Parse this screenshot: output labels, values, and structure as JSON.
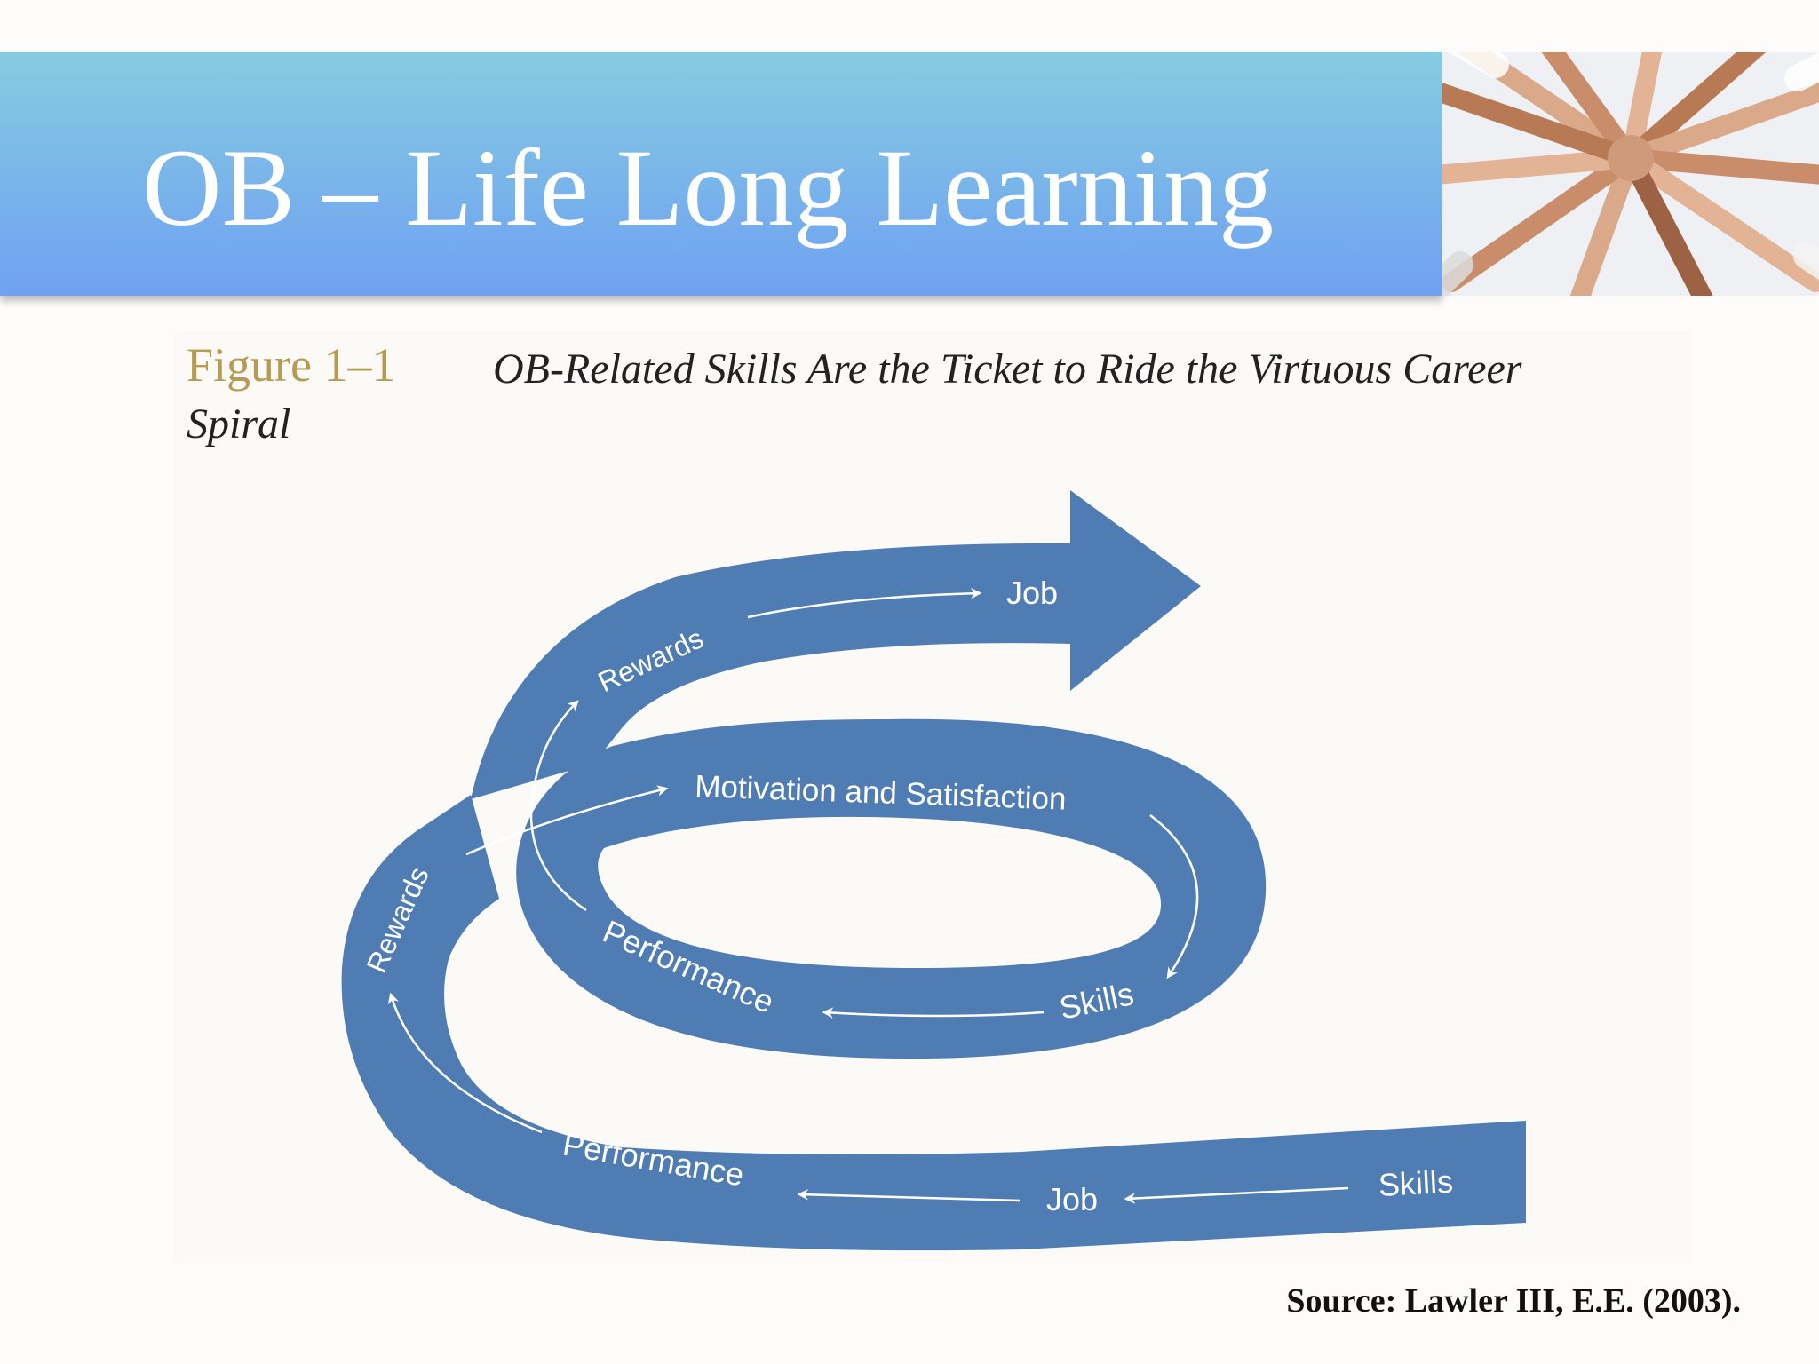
{
  "slide": {
    "title": "OB – Life Long Learning"
  },
  "figure": {
    "label": "Figure 1–1",
    "caption_line1": "OB-Related Skills Are the Ticket to Ride the Virtuous Career",
    "caption_line2": "Spiral"
  },
  "spiral_labels": {
    "bottom_skills": "Skills",
    "bottom_job": "Job",
    "bottom_performance": "Performance",
    "left_rewards": "Rewards",
    "motivation": "Motivation and Satisfaction",
    "loop_skills": "Skills",
    "loop_performance": "Performance",
    "top_rewards": "Rewards",
    "top_job": "Job"
  },
  "colors": {
    "band": "#4f7db3",
    "header_top": "#86cce0",
    "header_bottom": "#6fa1f2",
    "figure_label": "#b89b52"
  },
  "source": "Source:  Lawler III, E.E. (2003)."
}
